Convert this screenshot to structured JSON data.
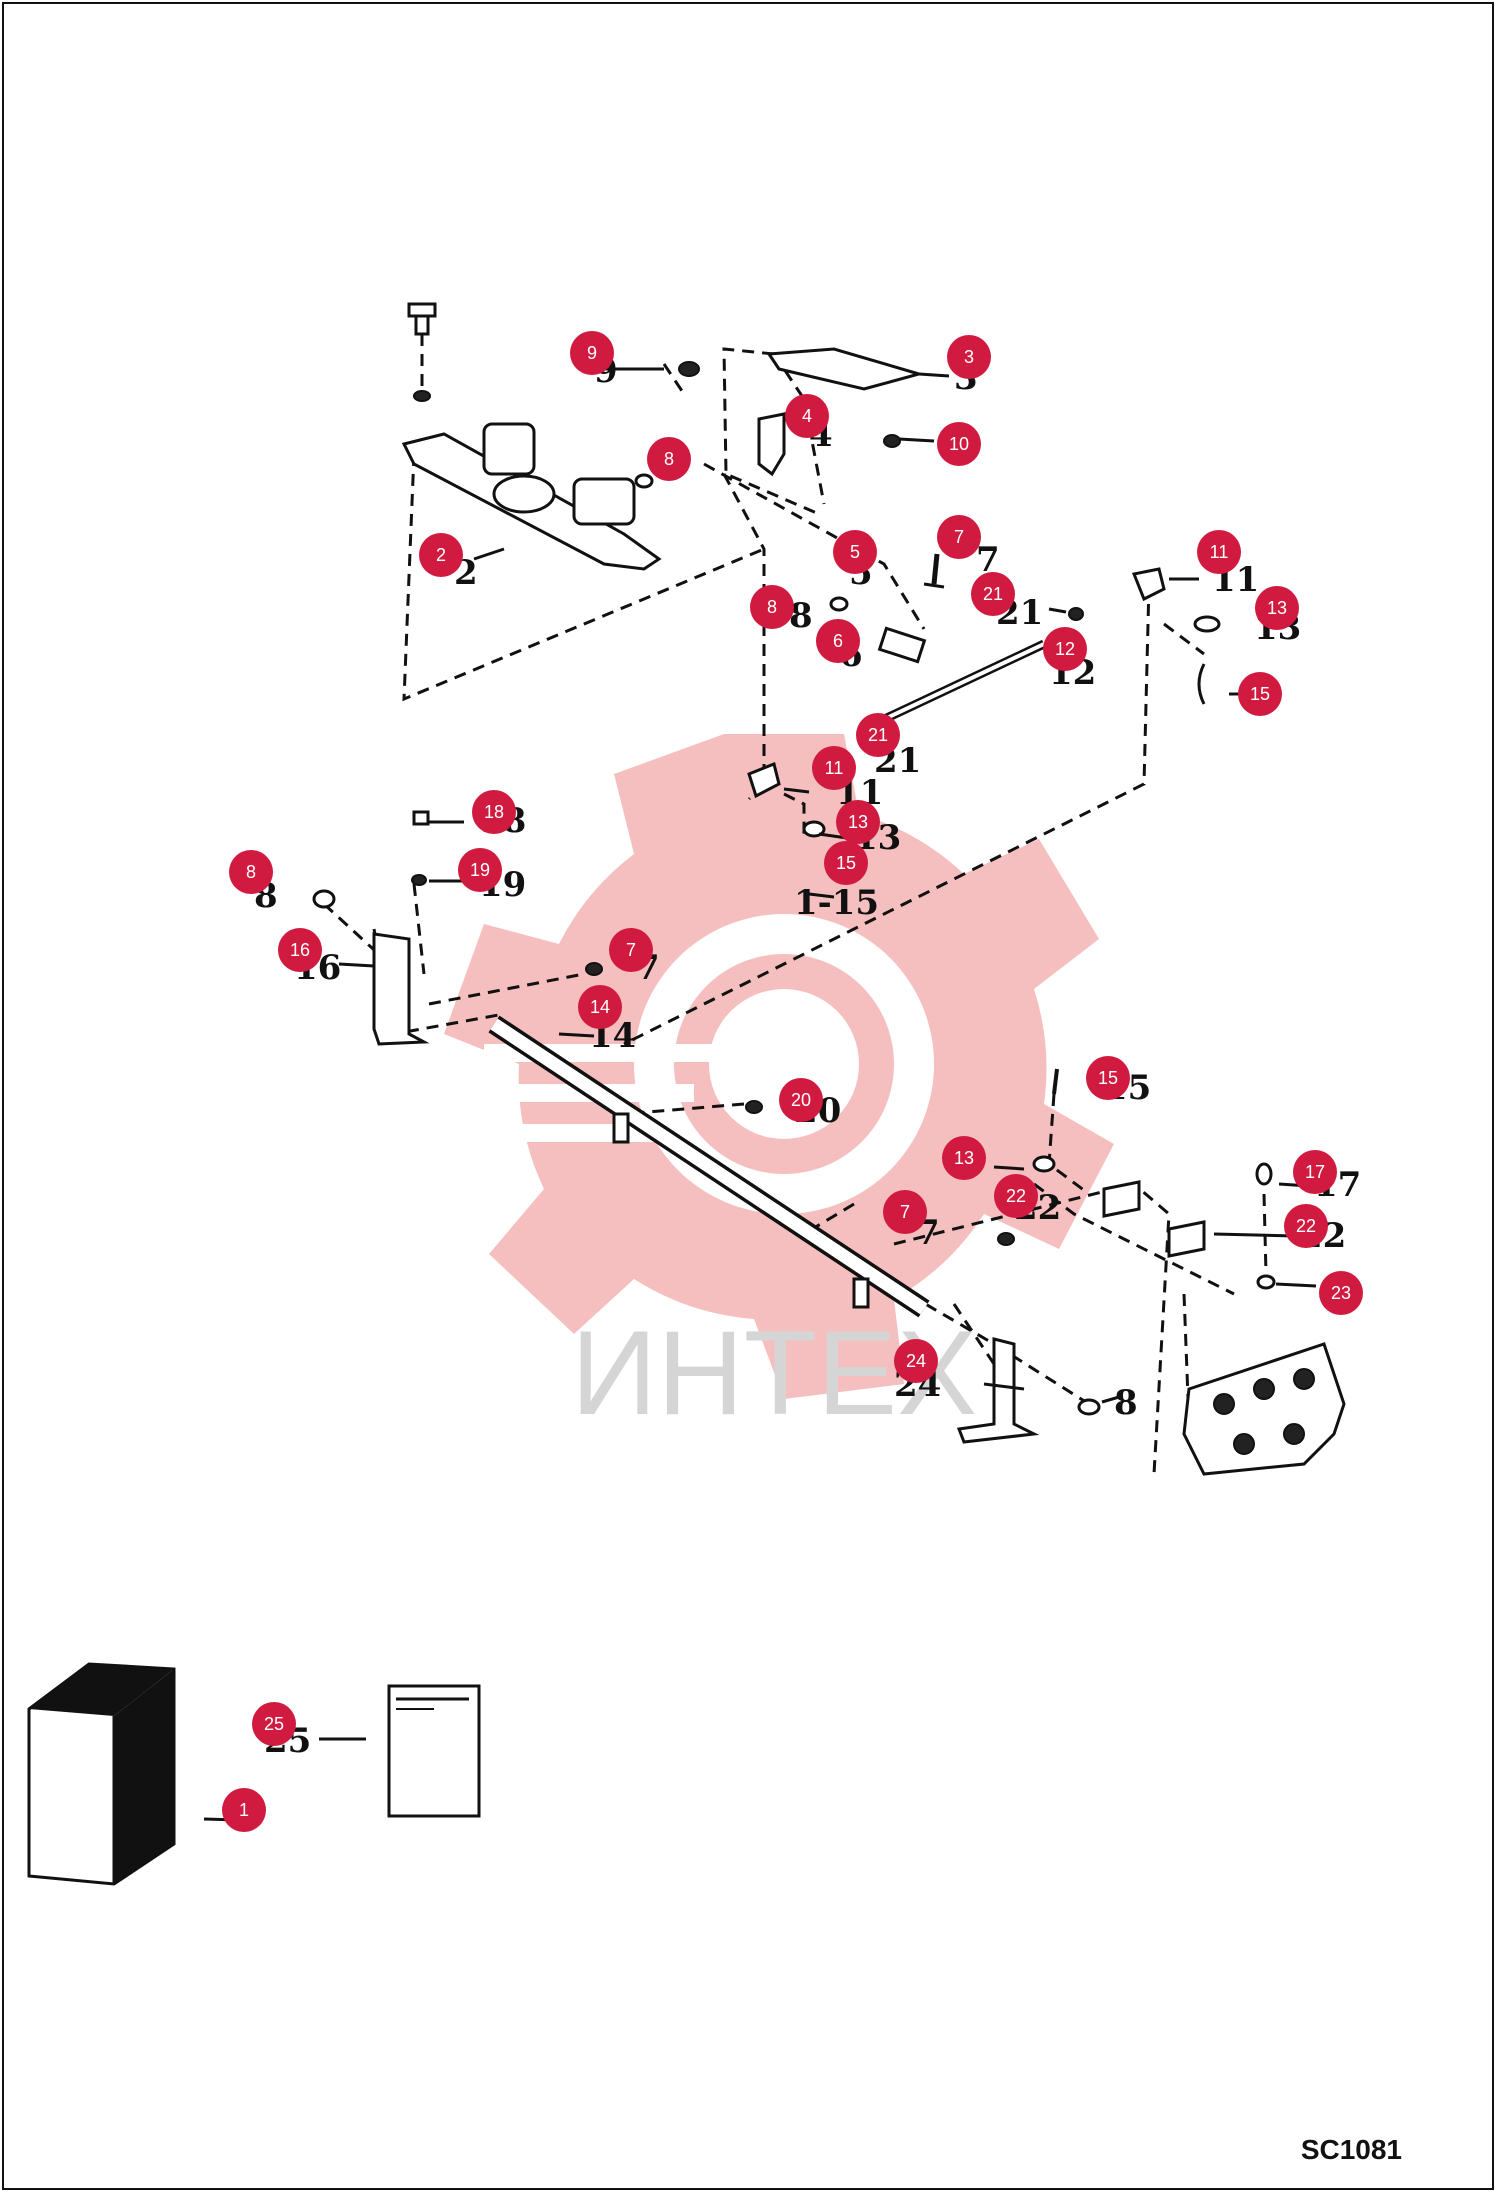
{
  "diagram_id": "SC1081",
  "watermark_text": "ИНТЕХ",
  "colors": {
    "callout": "#d11a3f",
    "watermark": "#f2b8b8",
    "line": "#111111"
  },
  "callouts": [
    {
      "label": "1"
    },
    {
      "label": "2"
    },
    {
      "label": "3"
    },
    {
      "label": "4"
    },
    {
      "label": "5"
    },
    {
      "label": "6"
    },
    {
      "label": "7"
    },
    {
      "label": "7"
    },
    {
      "label": "7"
    },
    {
      "label": "8"
    },
    {
      "label": "8"
    },
    {
      "label": "8"
    },
    {
      "label": "9"
    },
    {
      "label": "10"
    },
    {
      "label": "11"
    },
    {
      "label": "11"
    },
    {
      "label": "12"
    },
    {
      "label": "13"
    },
    {
      "label": "13"
    },
    {
      "label": "13"
    },
    {
      "label": "14"
    },
    {
      "label": "15"
    },
    {
      "label": "15"
    },
    {
      "label": "15"
    },
    {
      "label": "16"
    },
    {
      "label": "17"
    },
    {
      "label": "18"
    },
    {
      "label": "19"
    },
    {
      "label": "20"
    },
    {
      "label": "21"
    },
    {
      "label": "21"
    },
    {
      "label": "22"
    },
    {
      "label": "22"
    },
    {
      "label": "23"
    },
    {
      "label": "24"
    },
    {
      "label": "25"
    }
  ],
  "printed_numbers": [
    "1",
    "2",
    "3",
    "4",
    "5",
    "6",
    "7",
    "7",
    "7",
    "8",
    "8",
    "8",
    "9",
    "11",
    "11",
    "12",
    "13",
    "13",
    "13",
    "14",
    "1-15",
    "15",
    "16",
    "17",
    "18",
    "19",
    "20",
    "21",
    "21",
    "22",
    "22",
    "24",
    "25"
  ]
}
